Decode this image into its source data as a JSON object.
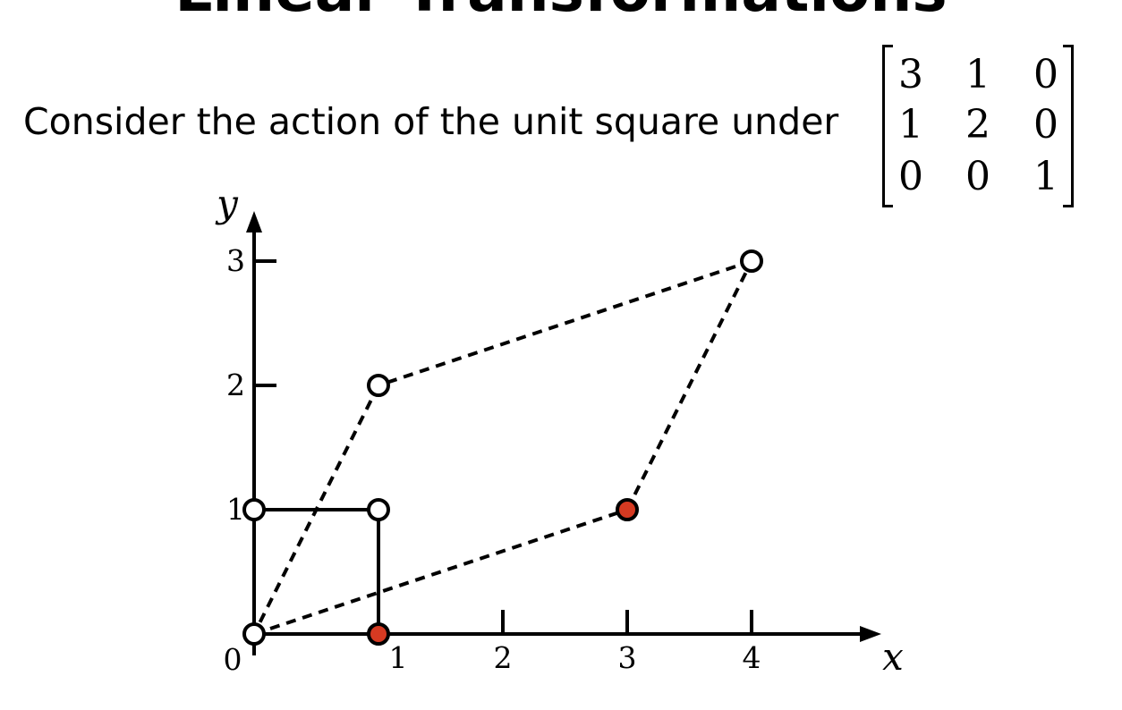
{
  "title": "Linear Transformations",
  "subtitle": "Consider the action of the unit square under",
  "matrix": [
    [
      "3",
      "1",
      "0"
    ],
    [
      "1",
      "2",
      "0"
    ],
    [
      "0",
      "0",
      "1"
    ]
  ],
  "axes": {
    "x_label": "x",
    "y_label": "y",
    "origin_label": "0",
    "x_ticks": [
      "1",
      "2",
      "3",
      "4"
    ],
    "y_ticks": [
      "1",
      "2",
      "3"
    ]
  },
  "chart_data": {
    "type": "scatter",
    "xlim": [
      0,
      5
    ],
    "ylim": [
      0,
      3.4
    ],
    "unit_square": {
      "points": [
        [
          0,
          0
        ],
        [
          1,
          0
        ],
        [
          1,
          1
        ],
        [
          0,
          1
        ]
      ],
      "line_style": "solid"
    },
    "transformed_square": {
      "points": [
        [
          0,
          0
        ],
        [
          3,
          1
        ],
        [
          4,
          3
        ],
        [
          1,
          2
        ]
      ],
      "line_style": "dashed"
    },
    "markers": [
      {
        "x": 0,
        "y": 0,
        "fill": "#ffffff"
      },
      {
        "x": 1,
        "y": 0,
        "fill": "#d63a22"
      },
      {
        "x": 1,
        "y": 1,
        "fill": "#ffffff"
      },
      {
        "x": 0,
        "y": 1,
        "fill": "#ffffff"
      },
      {
        "x": 3,
        "y": 1,
        "fill": "#d63a22"
      },
      {
        "x": 4,
        "y": 3,
        "fill": "#ffffff"
      },
      {
        "x": 1,
        "y": 2,
        "fill": "#ffffff"
      }
    ],
    "colors": {
      "highlight": "#d63a22",
      "stroke": "#000000",
      "background": "#ffffff"
    }
  }
}
